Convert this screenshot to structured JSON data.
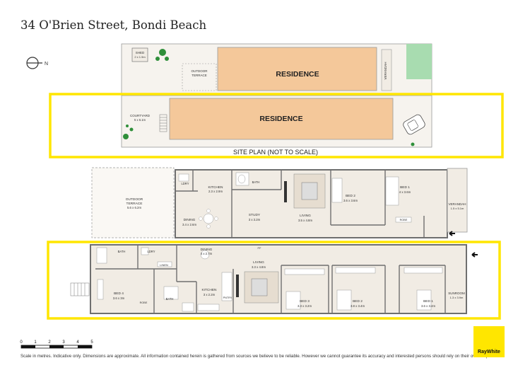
{
  "title": "34 O'Brien Street, Bondi Beach",
  "site": {
    "residence_top": "RESIDENCE",
    "residence_main": "RESIDENCE",
    "site_plan_label": "SITE PLAN (NOT TO SCALE)",
    "shed": "SHED",
    "shed_dim": "2 x 1.9m",
    "outdoor_terrace": "OUTDOOR",
    "outdoor_terrace_2": "TERRACE",
    "verandah": "VERANDAH",
    "courtyard": "COURTYARD",
    "courtyard_dim": "5 x 6.1m",
    "north": "N"
  },
  "upper_plan": {
    "outdoor_terrace": "OUTDOOR",
    "outdoor_terrace_2": "TERRACE",
    "outdoor_terrace_dim": "5.6 x 6.2m",
    "ldry": "LDRY",
    "bath": "BATH",
    "kitchen": "KITCHEN",
    "kitchen_dim": "2.3 x 2.9m",
    "dining": "DINING",
    "dining_dim": "3.4 x 2.6m",
    "study": "STUDY",
    "study_dim": "3 x 3.2m",
    "living": "LIVING",
    "living_dim": "3.5 x 4.8m",
    "bed2": "BED 2",
    "bed2_dim": "3.6 x 3.6m",
    "bed1": "BED 1",
    "bed1_dim": "4 x 3.6m",
    "robe": "ROBE",
    "verandah": "VERANDAH",
    "verandah_dim": "1.5 x 5.1m"
  },
  "lower_plan": {
    "bath": "BATH",
    "ldry": "LDRY",
    "linen": "LINEN",
    "dining": "DINING",
    "dining_dim": "4 x 2.7m",
    "living": "LIVING",
    "living_dim": "3.3 x 4.8m",
    "ff": "FF",
    "bed4": "BED 4",
    "bed4_dim": "3.6 x 3m",
    "robe": "ROBE",
    "bath2": "BATH",
    "kitchen": "KITCHEN",
    "kitchen_dim": "3 x 2.2m",
    "pantry": "PNTRY",
    "bed3": "BED 3",
    "bed3_dim": "3.3 x 3.2m",
    "bed2": "BED 2",
    "bed2_dim": "3.8 x 3.4m",
    "bed1": "BED 1",
    "bed1_dim": "3.6 x 3.4m",
    "sunroom": "SUNROOM",
    "sunroom_dim": "1.3 x 3.9m"
  },
  "scale": {
    "ticks": [
      "0",
      "1",
      "2",
      "3",
      "4",
      "5"
    ]
  },
  "disclaimer": "Scale in metres. Indicative only. Dimensions are approximate. All information contained herein is gathered from sources we believe to be reliable. However we cannot guarantee its accuracy and interested persons should rely on their own enquiries.",
  "logo": "RayWhite",
  "colors": {
    "highlight": "#ffe600",
    "residence_fill": "#f4c89a",
    "room_fill": "#f1ece4",
    "wall": "#7a7a7a",
    "lawn": "#a8dcb0",
    "tree": "#2f8f3a"
  }
}
